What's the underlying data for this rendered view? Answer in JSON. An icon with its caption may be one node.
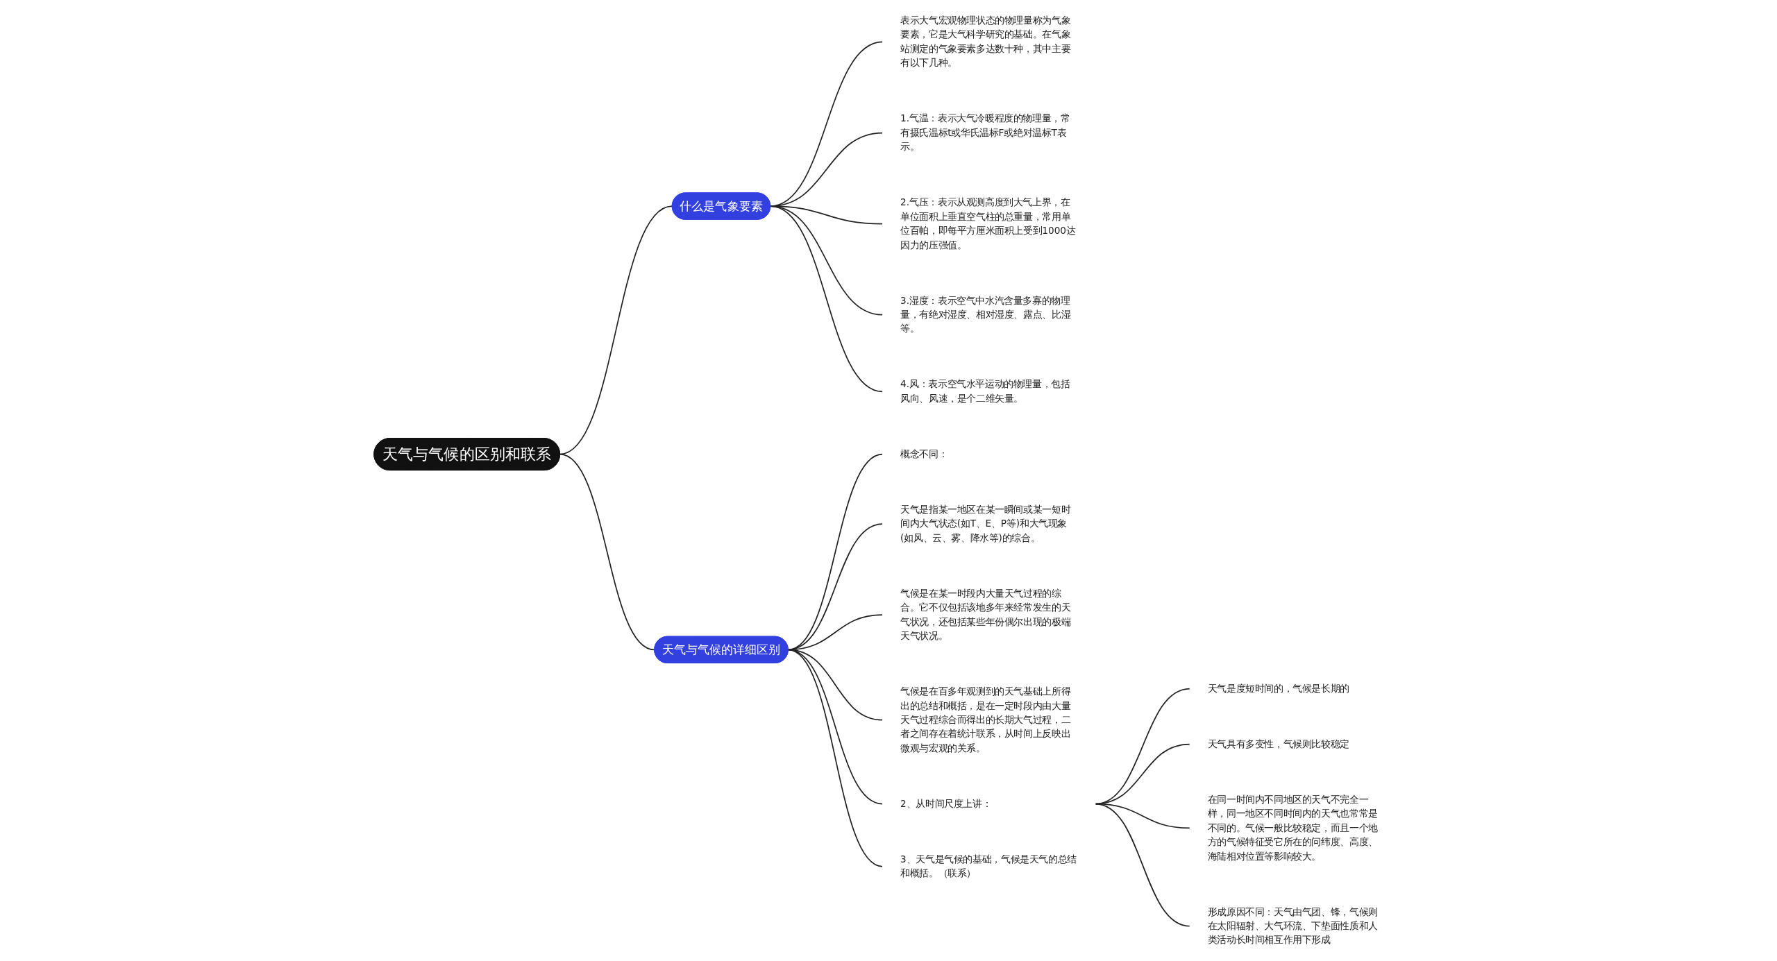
{
  "diagram": {
    "nodes": [
      {
        "text": [
          "天气与气候的区别和联系"
        ]
      },
      {
        "text": [
          "什么是气象要素"
        ]
      },
      {
        "text": [
          "表示大气宏观物理状态的物理量称为气象要素，它是大气科学研究的基础。在气象站测定的气象要素多达数十种，其中主要有以下几种。"
        ]
      },
      {
        "text": [
          "1.气温：表示大气冷暖程度的物理量，常有摄氏温标t或华氏温标F或绝对温标T表示。"
        ]
      },
      {
        "text": [
          "2.气压：表示从观测高度到大气上界，在单位面积上垂直空气柱的总重量，常用单位百帕，即每平方厘米面积上受到1000达因力的压强值。"
        ]
      },
      {
        "text": [
          "3.湿度：表示空气中水汽含量多寡的物理量，有绝对湿度、相对湿度、露点、比湿等。"
        ]
      },
      {
        "text": [
          "4.风：表示空气水平运动的物理量，包括风向、风速，是个二维矢量。"
        ]
      },
      {
        "text": [
          "天气与气候的详细区别"
        ]
      },
      {
        "text": [
          "概念不同："
        ]
      },
      {
        "text": [
          "天气是指某一地区在某一瞬间或某一短时间内大气状态(如T、E、P等)和大气现象(如风、云、雾、降水等)的综合。"
        ]
      },
      {
        "text": [
          "气候是在某一时段内大量天气过程的综合。它不仅包括该地多年来经常发生的天气状况，还包括某些年份偶尔出现的极端天气状况。"
        ]
      },
      {
        "text": [
          "气候是在百多年观测到的天气基础上所得出的总结和概括，是在一定时段内由大量天气过程综合而得出的长期大气过程，二者之间存在着统计联系，从时间上反映出微观与宏观的关系。"
        ]
      },
      {
        "text": [
          "2、从时间尺度上讲："
        ]
      },
      {
        "text": [
          "天气是度短时间的，气候是长期的"
        ]
      },
      {
        "text": [
          "天气具有多变性，气候则比较稳定"
        ]
      },
      {
        "text": [
          "在同一时间内不同地区的天气不完全一样，同一地区不同时间内的天气也常常是不同的。气候一般比较稳定，而且一个地方的气候特征受它所在的问纬度、高度、海陆相对位置等影响较大。"
        ]
      },
      {
        "text": [
          "形成原因不同：天气由气团、锋，气候则在太阳辐射、大气环流、下垫面性质和人类活动长时间相互作用下形成"
        ]
      },
      {
        "text": [
          "3、天气是气候的基础，气候是天气的总结和概括。（联系）"
        ]
      }
    ],
    "edges": [
      {
        "from": 0,
        "to": 1,
        "arrow": "none"
      },
      {
        "from": 1,
        "to": 2,
        "arrow": "none"
      },
      {
        "from": 1,
        "to": 3,
        "arrow": "none"
      },
      {
        "from": 1,
        "to": 4,
        "arrow": "none"
      },
      {
        "from": 1,
        "to": 5,
        "arrow": "none"
      },
      {
        "from": 1,
        "to": 6,
        "arrow": "none"
      },
      {
        "from": 0,
        "to": 7,
        "arrow": "none"
      },
      {
        "from": 7,
        "to": 8,
        "arrow": "none"
      },
      {
        "from": 7,
        "to": 9,
        "arrow": "none"
      },
      {
        "from": 7,
        "to": 10,
        "arrow": "none"
      },
      {
        "from": 7,
        "to": 11,
        "arrow": "none"
      },
      {
        "from": 7,
        "to": 12,
        "arrow": "none"
      },
      {
        "from": 7,
        "to": 17,
        "arrow": "none"
      },
      {
        "from": 12,
        "to": 13,
        "arrow": "none"
      },
      {
        "from": 12,
        "to": 14,
        "arrow": "none"
      },
      {
        "from": 12,
        "to": 15,
        "arrow": "none"
      },
      {
        "from": 12,
        "to": 16,
        "arrow": "none"
      }
    ]
  }
}
